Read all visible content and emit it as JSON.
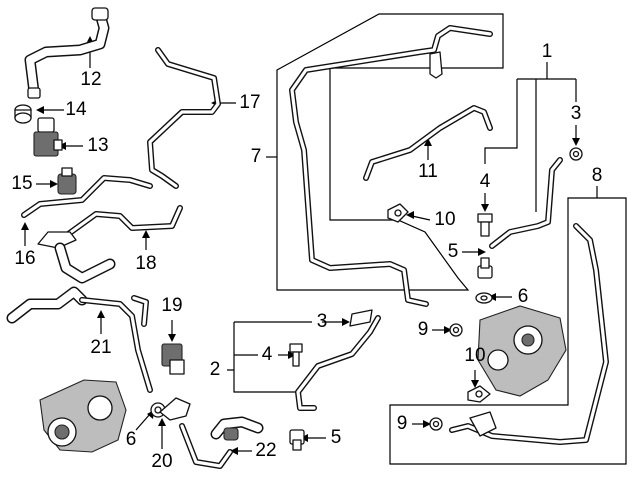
{
  "callouts": [
    {
      "id": "c1",
      "label": "1"
    },
    {
      "id": "c2",
      "label": "2"
    },
    {
      "id": "c3a",
      "label": "3"
    },
    {
      "id": "c3b",
      "label": "3"
    },
    {
      "id": "c4a",
      "label": "4"
    },
    {
      "id": "c4b",
      "label": "4"
    },
    {
      "id": "c5a",
      "label": "5"
    },
    {
      "id": "c5b",
      "label": "5"
    },
    {
      "id": "c6a",
      "label": "6"
    },
    {
      "id": "c6b",
      "label": "6"
    },
    {
      "id": "c7",
      "label": "7"
    },
    {
      "id": "c8",
      "label": "8"
    },
    {
      "id": "c9a",
      "label": "9"
    },
    {
      "id": "c9b",
      "label": "9"
    },
    {
      "id": "c10a",
      "label": "10"
    },
    {
      "id": "c10b",
      "label": "10"
    },
    {
      "id": "c11",
      "label": "11"
    },
    {
      "id": "c12",
      "label": "12"
    },
    {
      "id": "c13",
      "label": "13"
    },
    {
      "id": "c14",
      "label": "14"
    },
    {
      "id": "c15",
      "label": "15"
    },
    {
      "id": "c16",
      "label": "16"
    },
    {
      "id": "c17",
      "label": "17"
    },
    {
      "id": "c18",
      "label": "18"
    },
    {
      "id": "c19",
      "label": "19"
    },
    {
      "id": "c20",
      "label": "20"
    },
    {
      "id": "c21",
      "label": "21"
    },
    {
      "id": "c22",
      "label": "22"
    }
  ]
}
